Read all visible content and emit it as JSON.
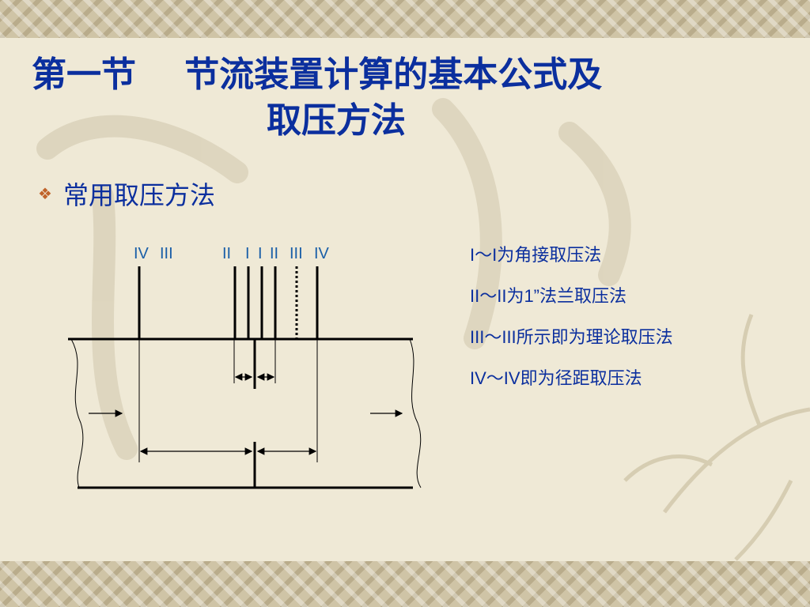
{
  "title": {
    "line1": "第一节    节流装置计算的基本公式及",
    "line2": "取压方法"
  },
  "bullet": {
    "icon": "diamond-bullet-icon",
    "text": "常用取压方法"
  },
  "diagram": {
    "labels": {
      "iv_left": "IV",
      "iii_left": "III",
      "ii_left": "II",
      "i_left": "I",
      "i_right": "I",
      "ii_right": "II",
      "iii_right": "III",
      "iv_right": "IV"
    }
  },
  "legend": [
    "I～I为角接取压法",
    "II～II为1”法兰取压法",
    "III～III所示即为理论取压法",
    "IV～IV即为径距取压法"
  ],
  "colors": {
    "title": "#0b2f9e",
    "bullet_icon": "#c0632a",
    "diagram_label": "#1a5fa8"
  }
}
